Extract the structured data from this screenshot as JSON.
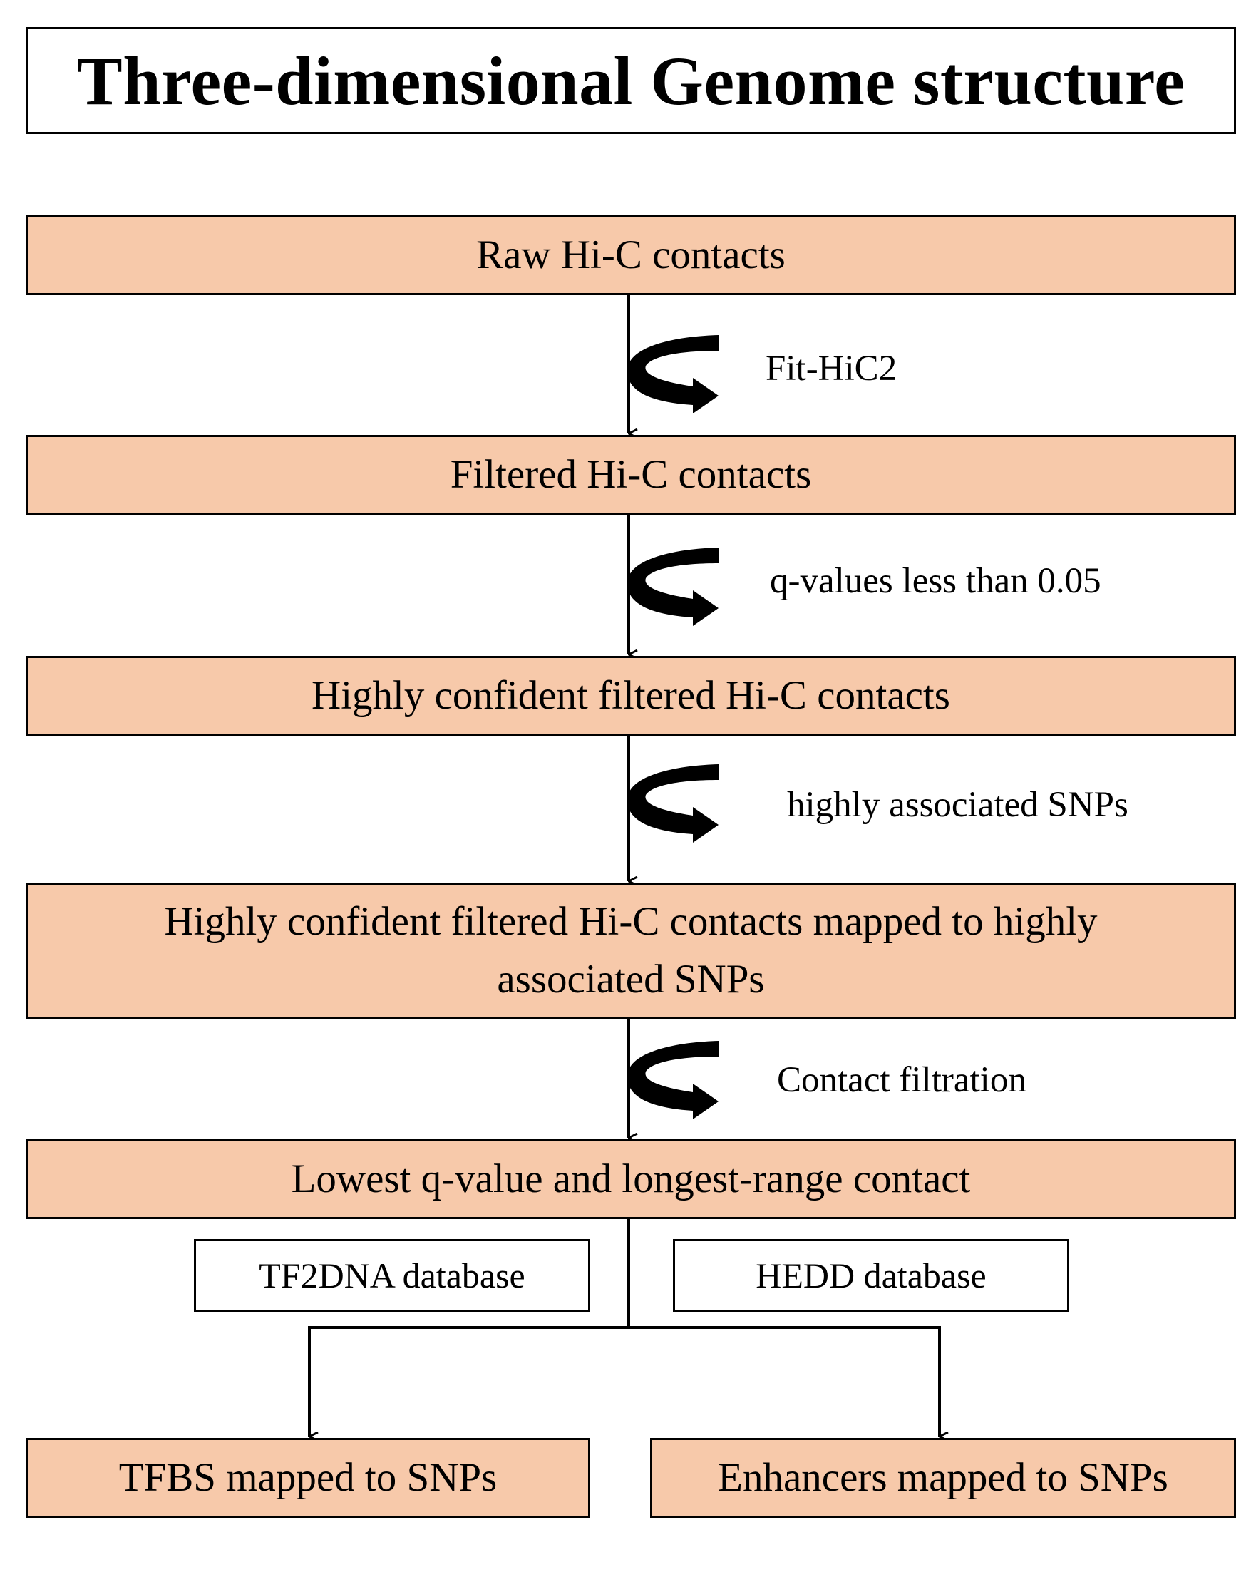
{
  "title": "Three-dimensional Genome structure",
  "steps": {
    "raw": "Raw Hi-C contacts",
    "filtered": "Filtered Hi-C contacts",
    "confident": "Highly confident filtered Hi-C contacts",
    "mapped_line1": "Highly confident filtered Hi-C contacts mapped to highly",
    "mapped_line2": "associated SNPs",
    "lowest": "Lowest q-value and longest-range contact",
    "tfbs": "TFBS mapped to SNPs",
    "enhancers": "Enhancers mapped to SNPs"
  },
  "transitions": {
    "fit": "Fit-HiC2",
    "qvalue": "q-values less than 0.05",
    "snps": "highly associated SNPs",
    "filtration": "Contact filtration"
  },
  "databases": {
    "tf2dna": "TF2DNA database",
    "hedd": "HEDD database"
  },
  "colors": {
    "step_fill": "#f7c9aa",
    "line": "#000000"
  }
}
